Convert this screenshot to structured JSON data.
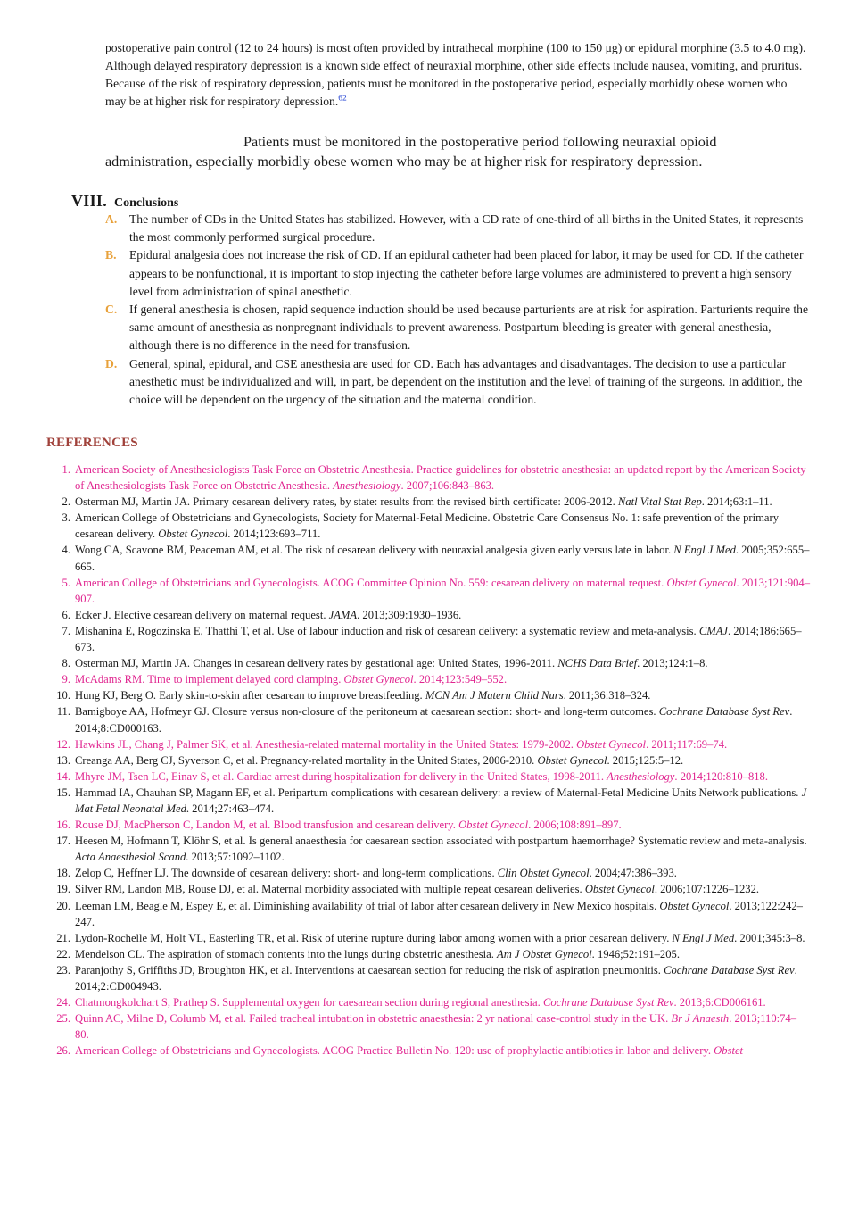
{
  "intro": {
    "text": "postoperative pain control (12 to 24 hours) is most often provided by intrathecal morphine (100 to 150 μg) or epidural morphine (3.5 to 4.0 mg). Although delayed respiratory depression is a known side effect of neuraxial morphine, other side effects include nausea, vomiting, and pruritus. Because of the risk of respiratory depression, patients must be monitored in the postoperative period, especially morbidly obese women who may be at higher risk for respiratory depression.",
    "cite": "62"
  },
  "pullquote": {
    "line1": "Patients must be monitored in the postoperative period following neuraxial opioid",
    "line2": "administration, especially morbidly obese women who may be at higher risk for respiratory depression."
  },
  "section": {
    "number": "VIII.",
    "title": "Conclusions"
  },
  "conclusions": [
    {
      "letter": "A.",
      "text": "The number of CDs in the United States has stabilized. However, with a CD rate of one-third of all births in the United States, it represents the most commonly performed surgical procedure."
    },
    {
      "letter": "B.",
      "text": "Epidural analgesia does not increase the risk of CD. If an epidural catheter had been placed for labor, it may be used for CD. If the catheter appears to be nonfunctional, it is important to stop injecting the catheter before large volumes are administered to prevent a high sensory level from administration of spinal anesthetic."
    },
    {
      "letter": "C.",
      "text": "If general anesthesia is chosen, rapid sequence induction should be used because parturients are at risk for aspiration. Parturients require the same amount of anesthesia as nonpregnant individuals to prevent awareness. Postpartum bleeding is greater with general anesthesia, although there is no difference in the need for transfusion."
    },
    {
      "letter": "D.",
      "text": "General, spinal, epidural, and CSE anesthesia are used for CD. Each has advantages and disadvantages. The decision to use a particular anesthetic must be individualized and will, in part, be dependent on the institution and the level of training of the surgeons. In addition, the choice will be dependent on the urgency of the situation and the maternal condition."
    }
  ],
  "references_heading": "REFERENCES",
  "references": [
    {
      "num": "1.",
      "color": "pink",
      "text": "American Society of Anesthesiologists Task Force on Obstetric Anesthesia. Practice guidelines for obstetric anesthesia: an updated report by the American Society of Anesthesiologists Task Force on Obstetric Anesthesia. ",
      "journal": "Anesthesiology",
      "tail": ". 2007;106:843–863."
    },
    {
      "num": "2.",
      "color": "black",
      "text": "Osterman MJ, Martin JA. Primary cesarean delivery rates, by state: results from the revised birth certificate: 2006-2012. ",
      "journal": "Natl Vital Stat Rep",
      "tail": ". 2014;63:1–11."
    },
    {
      "num": "3.",
      "color": "black",
      "text": "American College of Obstetricians and Gynecologists, Society for Maternal-Fetal Medicine. Obstetric Care Consensus No. 1: safe prevention of the primary cesarean delivery. ",
      "journal": "Obstet Gynecol",
      "tail": ". 2014;123:693–711."
    },
    {
      "num": "4.",
      "color": "black",
      "text": "Wong CA, Scavone BM, Peaceman AM, et al. The risk of cesarean delivery with neuraxial analgesia given early versus late in labor. ",
      "journal": "N Engl J Med",
      "tail": ". 2005;352:655–665."
    },
    {
      "num": "5.",
      "color": "pink",
      "text": "American College of Obstetricians and Gynecologists. ACOG Committee Opinion No. 559: cesarean delivery on maternal request. ",
      "journal": "Obstet Gynecol",
      "tail": ". 2013;121:904–907."
    },
    {
      "num": "6.",
      "color": "black",
      "text": "Ecker J. Elective cesarean delivery on maternal request. ",
      "journal": "JAMA",
      "tail": ". 2013;309:1930–1936."
    },
    {
      "num": "7.",
      "color": "black",
      "text": "Mishanina E, Rogozinska E, Thatthi T, et al. Use of labour induction and risk of cesarean delivery: a systematic review and meta-analysis. ",
      "journal": "CMAJ",
      "tail": ". 2014;186:665–673."
    },
    {
      "num": "8.",
      "color": "black",
      "text": "Osterman MJ, Martin JA. Changes in cesarean delivery rates by gestational age: United States, 1996-2011. ",
      "journal": "NCHS Data Brief",
      "tail": ". 2013;124:1–8."
    },
    {
      "num": "9.",
      "color": "pink",
      "text": "McAdams RM. Time to implement delayed cord clamping. ",
      "journal": "Obstet Gynecol",
      "tail": ". 2014;123:549–552."
    },
    {
      "num": "10.",
      "color": "black",
      "text": "Hung KJ, Berg O. Early skin-to-skin after cesarean to improve breastfeeding. ",
      "journal": "MCN Am J Matern Child Nurs",
      "tail": ". 2011;36:318–324."
    },
    {
      "num": "11.",
      "color": "black",
      "text": "Bamigboye AA, Hofmeyr GJ. Closure versus non-closure of the peritoneum at caesarean section: short- and long-term outcomes. ",
      "journal": "Cochrane Database Syst Rev",
      "tail": ". 2014;8:CD000163."
    },
    {
      "num": "12.",
      "color": "pink",
      "text": "Hawkins JL, Chang J, Palmer SK, et al. Anesthesia-related maternal mortality in the United States: 1979-2002. ",
      "journal": "Obstet Gynecol",
      "tail": ". 2011;117:69–74."
    },
    {
      "num": "13.",
      "color": "black",
      "text": "Creanga AA, Berg CJ, Syverson C, et al. Pregnancy-related mortality in the United States, 2006-2010. ",
      "journal": "Obstet Gynecol",
      "tail": ". 2015;125:5–12."
    },
    {
      "num": "14.",
      "color": "pink",
      "text": "Mhyre JM, Tsen LC, Einav S, et al. Cardiac arrest during hospitalization for delivery in the United States, 1998-2011. ",
      "journal": "Anesthesiology",
      "tail": ". 2014;120:810–818."
    },
    {
      "num": "15.",
      "color": "black",
      "text": "Hammad IA, Chauhan SP, Magann EF, et al. Peripartum complications with cesarean delivery: a review of Maternal-Fetal Medicine Units Network publications. ",
      "journal": "J Mat Fetal Neonatal Med",
      "tail": ". 2014;27:463–474."
    },
    {
      "num": "16.",
      "color": "pink",
      "text": "Rouse DJ, MacPherson C, Landon M, et al. Blood transfusion and cesarean delivery. ",
      "journal": "Obstet Gynecol",
      "tail": ". 2006;108:891–897."
    },
    {
      "num": "17.",
      "color": "black",
      "text": "Heesen M, Hofmann T, Klöhr S, et al. Is general anaesthesia for caesarean section associated with postpartum haemorrhage? Systematic review and meta-analysis. ",
      "journal": "Acta Anaesthesiol Scand",
      "tail": ". 2013;57:1092–1102."
    },
    {
      "num": "18.",
      "color": "black",
      "text": "Zelop C, Heffner LJ. The downside of cesarean delivery: short- and long-term complications. ",
      "journal": "Clin Obstet Gynecol",
      "tail": ". 2004;47:386–393."
    },
    {
      "num": "19.",
      "color": "black",
      "text": "Silver RM, Landon MB, Rouse DJ, et al. Maternal morbidity associated with multiple repeat cesarean deliveries. ",
      "journal": "Obstet Gynecol",
      "tail": ". 2006;107:1226–1232."
    },
    {
      "num": "20.",
      "color": "black",
      "text": "Leeman LM, Beagle M, Espey E, et al. Diminishing availability of trial of labor after cesarean delivery in New Mexico hospitals. ",
      "journal": "Obstet Gynecol",
      "tail": ". 2013;122:242–247."
    },
    {
      "num": "21.",
      "color": "black",
      "text": "Lydon-Rochelle M, Holt VL, Easterling TR, et al. Risk of uterine rupture during labor among women with a prior cesarean delivery. ",
      "journal": "N Engl J Med",
      "tail": ". 2001;345:3–8."
    },
    {
      "num": "22.",
      "color": "black",
      "text": "Mendelson CL. The aspiration of stomach contents into the lungs during obstetric anesthesia. ",
      "journal": "Am J Obstet Gynecol",
      "tail": ". 1946;52:191–205."
    },
    {
      "num": "23.",
      "color": "black",
      "text": "Paranjothy S, Griffiths JD, Broughton HK, et al. Interventions at caesarean section for reducing the risk of aspiration pneumonitis. ",
      "journal": "Cochrane Database Syst Rev",
      "tail": ". 2014;2:CD004943."
    },
    {
      "num": "24.",
      "color": "pink",
      "text": "Chatmongkolchart S, Prathep S. Supplemental oxygen for caesarean section during regional anesthesia. ",
      "journal": "Cochrane Database Syst Rev",
      "tail": ". 2013;6:CD006161."
    },
    {
      "num": "25.",
      "color": "pink",
      "text": "Quinn AC, Milne D, Columb M, et al. Failed tracheal intubation in obstetric anaesthesia: 2 yr national case-control study in the UK. ",
      "journal": "Br J Anaesth",
      "tail": ". 2013;110:74–80."
    },
    {
      "num": "26.",
      "color": "pink",
      "text": "American College of Obstetricians and Gynecologists. ACOG Practice Bulletin No. 120: use of prophylactic antibiotics in labor and delivery. ",
      "journal": "Obstet",
      "tail": ""
    }
  ]
}
